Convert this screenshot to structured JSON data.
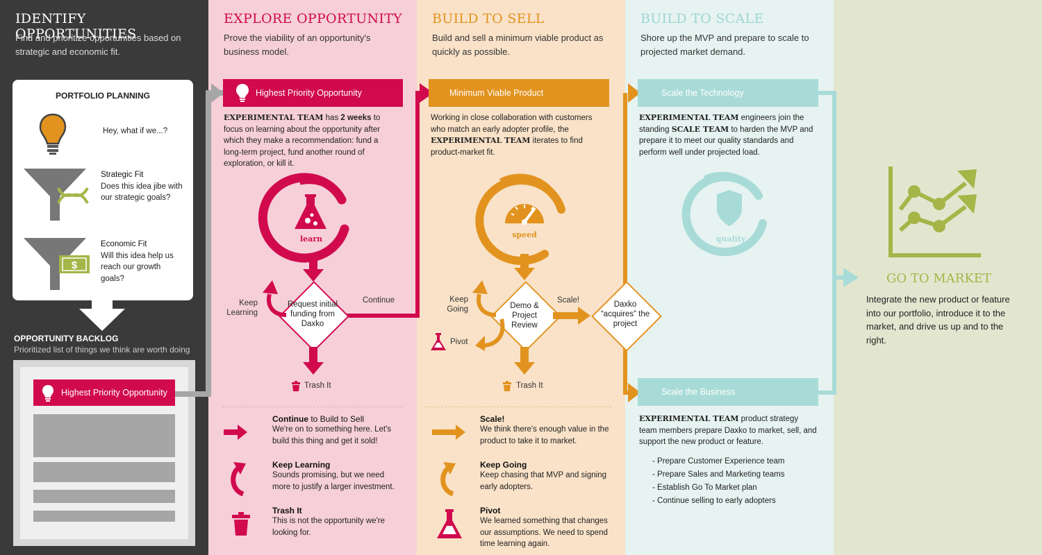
{
  "colors": {
    "red": "#d10a4e",
    "orange": "#e2931f",
    "teal": "#a8dbd7",
    "green": "#a5b548",
    "dark": "#3a3a3a"
  },
  "identify": {
    "title": "IDENTIFY OPPORTUNITIES",
    "subtitle": "Find and prioritize opportunities based on strategic and economic fit.",
    "portfolio": {
      "heading": "PORTFOLIO PLANNING",
      "idea": "Hey, what if we...?",
      "strategic_title": "Strategic Fit",
      "strategic_text": "Does this idea jibe with our strategic goals?",
      "economic_title": "Economic Fit",
      "economic_text": "Will this idea help us reach our growth goals?"
    },
    "backlog_title": "OPPORTUNITY BACKLOG",
    "backlog_sub": "Prioritized list of things we think are worth doing",
    "backlog_item": "Highest Priority Opportunity"
  },
  "explore": {
    "title": "EXPLORE OPPORTUNITY",
    "subtitle": "Prove the viability of an opportunity's business model.",
    "banner": "Highest Priority Opportunity",
    "body_team": "EXPERIMENTAL TEAM",
    "body_a": " has ",
    "body_weeks": "2 weeks",
    "body_b": " to focus on learning about the opportunity after which they make a recommendation: fund a long-term project, fund another round of exploration, or kill it.",
    "circle_label": "learn",
    "decision": "Request initial funding from Daxko",
    "keep": "Keep Learning",
    "continue": "Continue",
    "trash": "Trash It",
    "legend": [
      {
        "title": "Continue",
        "title_rest": " to Build to Sell",
        "text": "We're on to something here. Let's build this thing and get it sold!"
      },
      {
        "title": "Keep Learning",
        "title_rest": "",
        "text": "Sounds promising, but we need more to justify a larger investment."
      },
      {
        "title": "Trash It",
        "title_rest": "",
        "text": "This is not the opportunity we're looking for."
      }
    ]
  },
  "sell": {
    "title": "BUILD TO SELL",
    "subtitle": "Build and sell a minimum viable product as quickly as possible.",
    "banner": "Minimum Viable Product",
    "body_a": "Working in close collaboration with customers who match an early adopter profile, the ",
    "body_team": "EXPERIMENTAL TEAM",
    "body_b": " iterates to find product-market fit.",
    "circle_label": "speed",
    "decision": "Demo & Project Review",
    "keep": "Keep Going",
    "pivot": "Pivot",
    "scale": "Scale!",
    "trash": "Trash It",
    "acquire": "Daxko “acquires” the project",
    "legend": [
      {
        "title": "Scale!",
        "text": "We think there's enough value in the product to take it to market."
      },
      {
        "title": "Keep Going",
        "text": "Keep chasing that MVP and signing early adopters."
      },
      {
        "title": "Pivot",
        "text": "We learned something that changes our assumptions. We need to spend time learning again."
      }
    ]
  },
  "scale": {
    "title": "BUILD TO SCALE",
    "subtitle": "Shore up the MVP and prepare to scale to projected market demand.",
    "banner_tech": "Scale the Technology",
    "tech_team": "EXPERIMENTAL TEAM",
    "tech_a": " engineers join the standing ",
    "tech_scale": "SCALE TEAM",
    "tech_b": " to harden the MVP and prepare it to meet our quality standards and perform well under projected load.",
    "circle_label": "quality",
    "banner_biz": "Scale the Business",
    "biz_team": "EXPERIMENTAL TEAM",
    "biz_b": " product strategy team members prepare Daxko to market, sell, and support the new product or feature.",
    "bullets": [
      "- Prepare Customer Experience team",
      "- Prepare Sales and Marketing teams",
      "- Establish Go To Market plan",
      "- Continue selling to early adopters"
    ]
  },
  "market": {
    "title": "GO TO MARKET",
    "text": "Integrate the new product or feature into our portfolio, introduce it to the market, and drive us up and to the right."
  }
}
